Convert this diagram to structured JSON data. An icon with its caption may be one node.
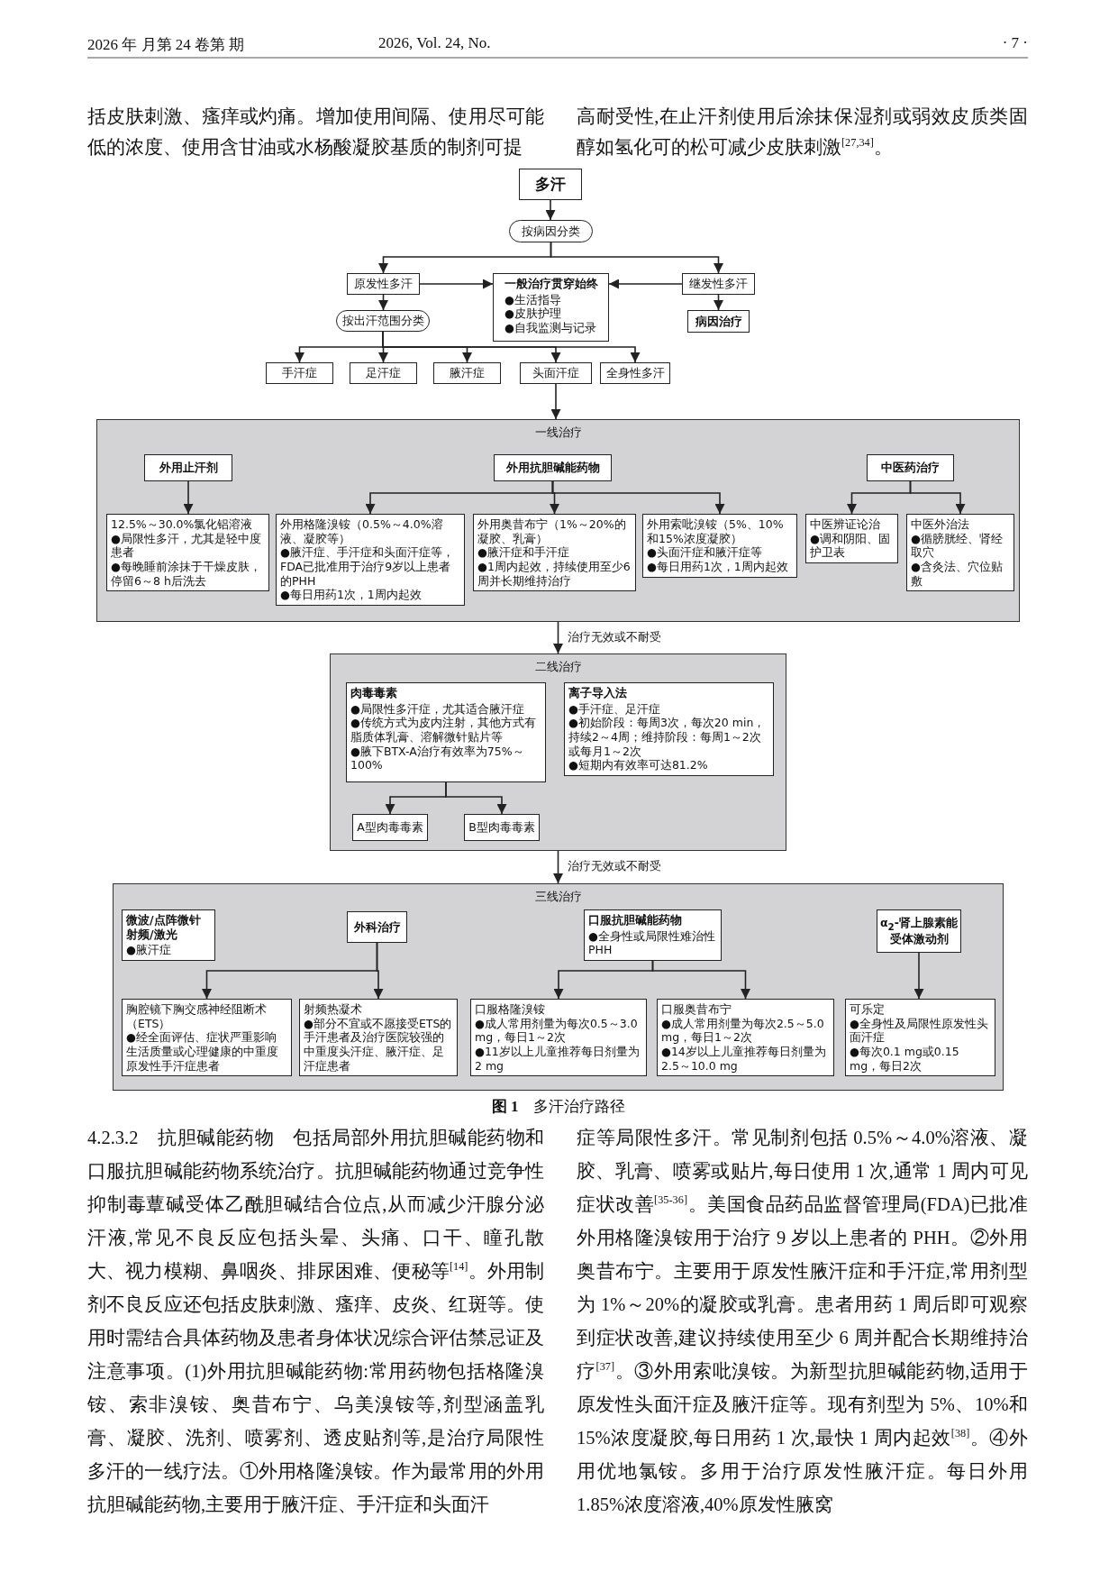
{
  "diagram": {
    "caption": "**图 1**　多汗治疗路径",
    "nodes": [
      {
        "text": [
          "多汗"
        ]
      },
      {
        "text": [
          "按病因分类"
        ]
      },
      {
        "text": [
          "原发性多汗"
        ]
      },
      {
        "text": [
          "一般治疗贯穿始终",
          "●生活指导",
          "●皮肤护理",
          "●自我监测与记录"
        ]
      },
      {
        "text": [
          "继发性多汗"
        ]
      },
      {
        "text": [
          "按出汗范围分类"
        ]
      },
      {
        "text": [
          "病因治疗"
        ]
      },
      {
        "text": [
          "手汗症"
        ]
      },
      {
        "text": [
          "足汗症"
        ]
      },
      {
        "text": [
          "腋汗症"
        ]
      },
      {
        "text": [
          "头面汗症"
        ]
      },
      {
        "text": [
          "全身性多汗"
        ]
      },
      {
        "text": [
          "一线治疗"
        ]
      },
      {
        "text": [
          "外用止汗剂"
        ],
        "in": 12
      },
      {
        "text": [
          "外用抗胆碱能药物"
        ],
        "in": 12
      },
      {
        "text": [
          "中医药治疗"
        ],
        "in": 12
      },
      {
        "text": [
          "12.5%～30.0%氯化铝溶液",
          "●局限性多汗，尤其是轻中度患者",
          "●每晚睡前涂抹于干燥皮肤，停留6～8 h后洗去"
        ],
        "in": 12
      },
      {
        "text": [
          "外用格隆溴铵（0.5%～4.0%溶液、凝胶等）",
          "●腋汗症、手汗症和头面汗症等，FDA已批准用于治疗9岁以上患者的PHH",
          "●每日用药1次，1周内起效"
        ],
        "in": 12
      },
      {
        "text": [
          "外用奥昔布宁（1%～20%的凝胶、乳膏）",
          "●腋汗症和手汗症",
          "●1周内起效，持续使用至少6周并长期维持治疗"
        ],
        "in": 12
      },
      {
        "text": [
          "外用索吡溴铵（5%、10%和15%浓度凝胶）",
          "●头面汗症和腋汗症等",
          "●每日用药1次，1周内起效"
        ],
        "in": 12
      },
      {
        "text": [
          "中医辨证论治",
          "●调和阴阳、固护卫表"
        ],
        "in": 12
      },
      {
        "text": [
          "中医外治法",
          "●循膀胱经、肾经取穴",
          "●含灸法、穴位贴敷"
        ],
        "in": 12
      },
      {
        "text": [
          "二线治疗"
        ]
      },
      {
        "text": [
          "肉毒毒素",
          "●局限性多汗症，尤其适合腋汗症",
          "●传统方式为皮内注射，其他方式有脂质体乳膏、溶解微针贴片等",
          "●腋下BTX-A治疗有效率为75%～100%"
        ],
        "in": 22
      },
      {
        "text": [
          "离子导入法",
          "●手汗症、足汗症",
          "●初始阶段：每周3次，每次20 min，持续2～4周；维持阶段：每周1～2次或每月1～2次",
          "●短期内有效率可达81.2%"
        ],
        "in": 22
      },
      {
        "text": [
          "A型肉毒毒素"
        ],
        "in": 22
      },
      {
        "text": [
          "B型肉毒毒素"
        ],
        "in": 22
      },
      {
        "text": [
          "三线治疗"
        ]
      },
      {
        "text": [
          "微波/点阵微针射频/激光",
          "●腋汗症"
        ],
        "in": 27
      },
      {
        "text": [
          "外科治疗"
        ],
        "in": 27
      },
      {
        "text": [
          "口服抗胆碱能药物",
          "●全身性或局限性难治性PHH"
        ],
        "in": 27
      },
      {
        "text": [
          "α$_{2}$-肾上腺素能受体激动剂"
        ],
        "in": 27
      },
      {
        "text": [
          "胸腔镜下胸交感神经阻断术（ETS）",
          "●经全面评估、症状严重影响生活质量或心理健康的中重度原发性手汗症患者"
        ],
        "in": 27
      },
      {
        "text": [
          "射频热凝术",
          "●部分不宜或不愿接受ETS的手汗患者及治疗医院较强的中重度头汗症、腋汗症、足汗症患者"
        ],
        "in": 27
      },
      {
        "text": [
          "口服格隆溴铵",
          "●成人常用剂量为每次0.5～3.0 mg，每日1～2次",
          "●11岁以上儿童推荐每日剂量为2 mg"
        ],
        "in": 27
      },
      {
        "text": [
          "口服奥昔布宁",
          "●成人常用剂量为每次2.5～5.0 mg，每日1～2次",
          "●14岁以上儿童推荐每日剂量为2.5～10.0 mg"
        ],
        "in": 27
      },
      {
        "text": [
          "可乐定",
          "●全身性及局限性原发性头面汗症",
          "●每次0.1 mg或0.15 mg，每日2次"
        ],
        "in": 27
      }
    ],
    "edges": [
      {
        "from": 0,
        "to": 1,
        "arrow": "to"
      },
      {
        "from": 1,
        "to": 2,
        "arrow": "to"
      },
      {
        "from": 1,
        "to": 4,
        "arrow": "to"
      },
      {
        "from": 2,
        "to": 3,
        "arrow": "to"
      },
      {
        "from": 4,
        "to": 3,
        "arrow": "to"
      },
      {
        "from": 2,
        "to": 5,
        "arrow": "to"
      },
      {
        "from": 4,
        "to": 6,
        "arrow": "to"
      },
      {
        "from": 5,
        "to": 7,
        "arrow": "to"
      },
      {
        "from": 5,
        "to": 8,
        "arrow": "to"
      },
      {
        "from": 5,
        "to": 9,
        "arrow": "to"
      },
      {
        "from": 5,
        "to": 10,
        "arrow": "to"
      },
      {
        "from": 5,
        "to": 11,
        "arrow": "to"
      },
      {
        "from": 10,
        "to": 12,
        "arrow": "to"
      },
      {
        "from": 13,
        "to": 16,
        "arrow": "to"
      },
      {
        "from": 14,
        "to": 17,
        "arrow": "to"
      },
      {
        "from": 14,
        "to": 18,
        "arrow": "to"
      },
      {
        "from": 14,
        "to": 19,
        "arrow": "to"
      },
      {
        "from": 15,
        "to": 20,
        "arrow": "to"
      },
      {
        "from": 15,
        "to": 21,
        "arrow": "to"
      },
      {
        "from": 12,
        "to": 22,
        "arrow": "to",
        "label": "治疗无效或不耐受"
      },
      {
        "from": 23,
        "to": 25,
        "arrow": "to"
      },
      {
        "from": 23,
        "to": 26,
        "arrow": "to"
      },
      {
        "from": 22,
        "to": 27,
        "arrow": "to",
        "label": "治疗无效或不耐受"
      },
      {
        "from": 29,
        "to": 32,
        "arrow": "to"
      },
      {
        "from": 29,
        "to": 33,
        "arrow": "to"
      },
      {
        "from": 30,
        "to": 34,
        "arrow": "to"
      },
      {
        "from": 30,
        "to": 35,
        "arrow": "to"
      },
      {
        "from": 31,
        "to": 36,
        "arrow": "to"
      }
    ],
    "labels": [
      "2026 年 月第 24 卷第 期",
      "2026, Vol. 24, No.",
      "· 7 ·",
      "括皮肤刺激、瘙痒或灼痛。增加使用间隔、使用尽可能低的浓度、使用含甘油或水杨酸凝胶基质的制剂可提",
      "高耐受性,在止汗剂使用后涂抹保湿剂或弱效皮质类固醇如氢化可的松可减少皮肤刺激$^{[27,34]}$。",
      "4.2.3.2　抗胆碱能药物　包括局部外用抗胆碱能药物和口服抗胆碱能药物系统治疗。抗胆碱能药物通过竞争性抑制毒蕈碱受体乙酰胆碱结合位点,从而减少汗腺分泌汗液,常见不良反应包括头晕、头痛、口干、瞳孔散大、视力模糊、鼻咽炎、排尿困难、便秘等$^{[14]}$。外用制剂不良反应还包括皮肤刺激、瘙痒、皮炎、红斑等。使用时需结合具体药物及患者身体状况综合评估禁忌证及注意事项。(1)外用抗胆碱能药物:常用药物包括格隆溴铵、索非溴铵、奥昔布宁、乌美溴铵等,剂型涵盖乳膏、凝胶、洗剂、喷雾剂、透皮贴剂等,是治疗局限性多汗的一线疗法。①外用格隆溴铵。作为最常用的外用抗胆碱能药物,主要用于腋汗症、手汗症和头面汗",
      "症等局限性多汗。常见制剂包括 0.5%～4.0%溶液、凝胶、乳膏、喷雾或贴片,每日使用 1 次,通常 1 周内可见症状改善$^{[35-36]}$。美国食品药品监督管理局(FDA)已批准外用格隆溴铵用于治疗 9 岁以上患者的 PHH。②外用奥昔布宁。主要用于原发性腋汗症和手汗症,常用剂型为 1%～20%的凝胶或乳膏。患者用药 1 周后即可观察到症状改善,建议持续使用至少 6 周并配合长期维持治疗$^{[37]}$。③外用索吡溴铵。为新型抗胆碱能药物,适用于原发性头面汗症及腋汗症等。现有剂型为 5%、10%和 15%浓度凝胶,每日用药 1 次,最快 1 周内起效$^{[38]}$。④外用优地氯铵。多用于治疗原发性腋汗症。每日外用 1.85%浓度溶液,40%原发性腋窝"
    ]
  }
}
